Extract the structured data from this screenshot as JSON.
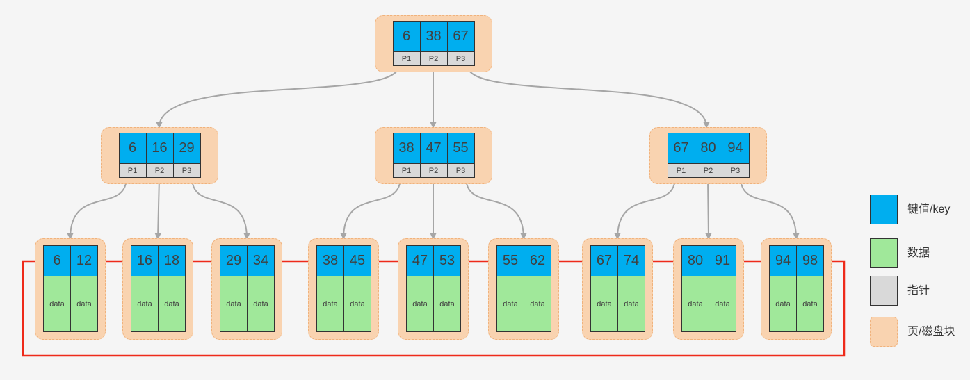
{
  "diagram": {
    "root": {
      "keys": [
        "6",
        "38",
        "67"
      ],
      "pointers": [
        "P1",
        "P2",
        "P3"
      ]
    },
    "internal": [
      {
        "keys": [
          "6",
          "16",
          "29"
        ],
        "pointers": [
          "P1",
          "P2",
          "P3"
        ]
      },
      {
        "keys": [
          "38",
          "47",
          "55"
        ],
        "pointers": [
          "P1",
          "P2",
          "P3"
        ]
      },
      {
        "keys": [
          "67",
          "80",
          "94"
        ],
        "pointers": [
          "P1",
          "P2",
          "P3"
        ]
      }
    ],
    "leaves": [
      {
        "keys": [
          "6",
          "12"
        ],
        "data": [
          "data",
          "data"
        ]
      },
      {
        "keys": [
          "16",
          "18"
        ],
        "data": [
          "data",
          "data"
        ]
      },
      {
        "keys": [
          "29",
          "34"
        ],
        "data": [
          "data",
          "data"
        ]
      },
      {
        "keys": [
          "38",
          "45"
        ],
        "data": [
          "data",
          "data"
        ]
      },
      {
        "keys": [
          "47",
          "53"
        ],
        "data": [
          "data",
          "data"
        ]
      },
      {
        "keys": [
          "55",
          "62"
        ],
        "data": [
          "data",
          "data"
        ]
      },
      {
        "keys": [
          "67",
          "74"
        ],
        "data": [
          "data",
          "data"
        ]
      },
      {
        "keys": [
          "80",
          "91"
        ],
        "data": [
          "data",
          "data"
        ]
      },
      {
        "keys": [
          "94",
          "98"
        ],
        "data": [
          "data",
          "data"
        ]
      }
    ]
  },
  "legend": [
    {
      "name": "key",
      "label": "键值/key",
      "color": "#00aeef"
    },
    {
      "name": "data",
      "label": "数据",
      "color": "#a0e89a"
    },
    {
      "name": "pointer",
      "label": "指针",
      "color": "#d9d9d9"
    },
    {
      "name": "page",
      "label": "页/磁盘块",
      "color": "#f9d3b0"
    }
  ],
  "colors": {
    "key": "#00aeef",
    "data": "#a0e89a",
    "pointer": "#d9d9d9",
    "page": "#f9d3b0",
    "tree_arrow": "#a6a6a6",
    "leaf_link": "#ee2a1a"
  }
}
